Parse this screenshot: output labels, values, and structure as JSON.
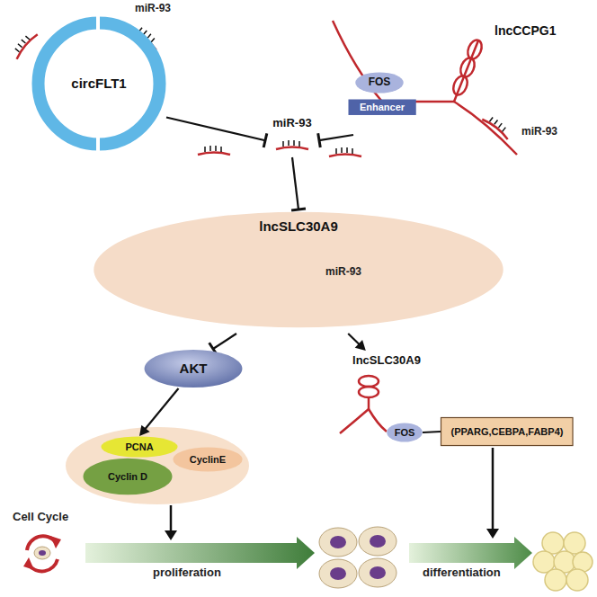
{
  "diagram": {
    "nodes": [
      {
        "text": [
          "circFLT1"
        ]
      },
      {
        "text": [
          "miR-93"
        ]
      },
      {
        "text": [
          "lncCCPG1"
        ]
      },
      {
        "text": [
          "FOS"
        ],
        "in": 2
      },
      {
        "text": [
          "Enhancer"
        ],
        "in": 2
      },
      {
        "text": [
          "lncSLC30A9"
        ]
      },
      {
        "text": [
          "AKT"
        ]
      },
      {
        "text": [
          "lncSLC30A9"
        ]
      },
      {
        "text": [
          "FOS"
        ]
      },
      {
        "text": [
          "(PPARG,CEBPA,FABP4)"
        ]
      },
      {
        "text": [
          "PCNA"
        ]
      },
      {
        "text": [
          "Cyclin D"
        ]
      },
      {
        "text": [
          "CyclinE"
        ]
      }
    ],
    "edges": [
      {
        "from": 0,
        "to": 1,
        "arrow": "to"
      },
      {
        "from": 2,
        "to": 1,
        "arrow": "to"
      },
      {
        "from": 1,
        "to": 5,
        "arrow": "to"
      },
      {
        "from": 5,
        "to": 6,
        "arrow": "to"
      },
      {
        "from": 5,
        "to": 7,
        "arrow": "to"
      },
      {
        "from": 6,
        "to": 10,
        "arrow": "to"
      },
      {
        "from": 8,
        "to": 9,
        "arrow": "none"
      }
    ],
    "labels": [
      "miR-93",
      "miR-93",
      "miR-93",
      "Cell Cycle",
      "proliferation",
      "differentiation"
    ]
  }
}
